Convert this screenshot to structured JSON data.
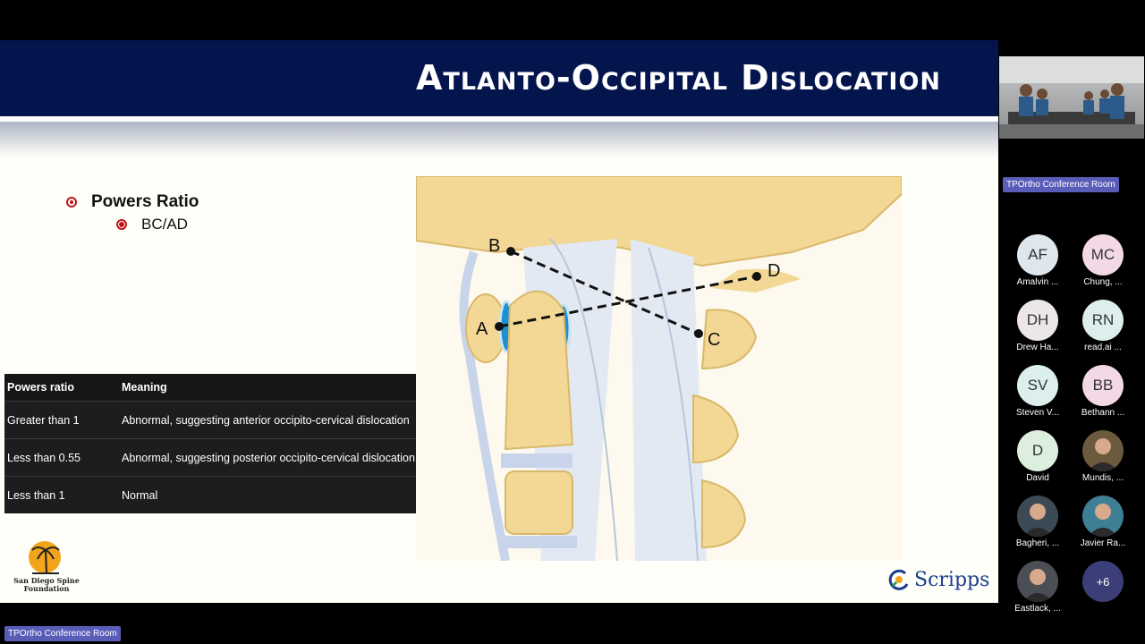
{
  "slide": {
    "title": "Atlanto-Occipital Dislocation",
    "bullet_main": "Powers Ratio",
    "bullet_sub": "BC/AD",
    "table": {
      "headers": [
        "Powers ratio",
        "Meaning"
      ],
      "rows": [
        [
          "Greater than 1",
          "Abnormal, suggesting anterior occipito-cervical dislocation"
        ],
        [
          "Less than 0.55",
          "Abnormal, suggesting posterior occipito-cervical dislocation"
        ],
        [
          "Less than 1",
          "Normal"
        ]
      ]
    },
    "diagram_labels": {
      "a": "A",
      "b": "B",
      "c": "C",
      "d": "D"
    },
    "logo_left": "San Diego Spine Foundation",
    "logo_right": "Scripps"
  },
  "meeting": {
    "room_name": "TPOrtho Conference Room",
    "participants": [
      {
        "initials": "AF",
        "name": "Amalvin ...",
        "color": "#dfe7ec"
      },
      {
        "initials": "MC",
        "name": "Chung, ...",
        "color": "#f3d9e6"
      },
      {
        "initials": "DH",
        "name": "Drew Ha...",
        "color": "#ece7e6"
      },
      {
        "initials": "RN",
        "name": "read.ai ...",
        "color": "#dcefec"
      },
      {
        "initials": "SV",
        "name": "Steven V...",
        "color": "#dcefec"
      },
      {
        "initials": "BB",
        "name": "Bethann ...",
        "color": "#f3d9e6"
      },
      {
        "initials": "D",
        "name": "David",
        "color": "#dcefde"
      },
      {
        "initials": "",
        "name": "Mundis, ...",
        "color": "#6b5a3e"
      },
      {
        "initials": "",
        "name": "Bagheri, ...",
        "color": "#3c4a55"
      },
      {
        "initials": "",
        "name": "Javier Ra...",
        "color": "#3f7f95"
      },
      {
        "initials": "",
        "name": "Eastlack, ...",
        "color": "#4b4f55"
      },
      {
        "initials": "+6",
        "name": "",
        "color": "#3c3f77"
      }
    ]
  }
}
